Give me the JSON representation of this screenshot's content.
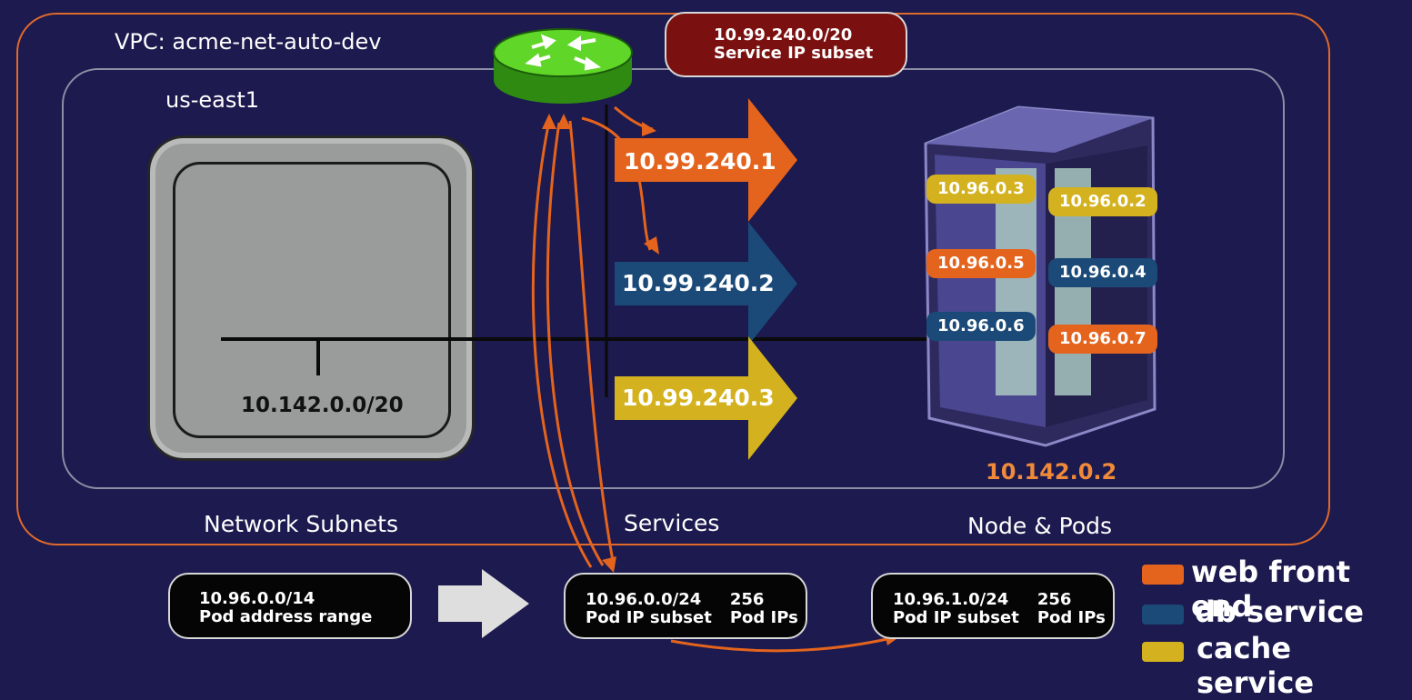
{
  "vpc": {
    "title": "VPC: acme-net-auto-dev"
  },
  "region": {
    "title": "us-east1"
  },
  "subnet": {
    "cidr": "10.142.0.0/20"
  },
  "service_subset": {
    "cidr": "10.99.240.0/20",
    "label": "Service IP subset"
  },
  "services": [
    {
      "ip": "10.99.240.1",
      "color": "#e4641e"
    },
    {
      "ip": "10.99.240.2",
      "color": "#1b4a78"
    },
    {
      "ip": "10.99.240.3",
      "color": "#d4b21f"
    }
  ],
  "pods": [
    {
      "ip": "10.96.0.3",
      "color": "yellow"
    },
    {
      "ip": "10.96.0.2",
      "color": "yellow"
    },
    {
      "ip": "10.96.0.5",
      "color": "orange"
    },
    {
      "ip": "10.96.0.4",
      "color": "blue"
    },
    {
      "ip": "10.96.0.6",
      "color": "blue"
    },
    {
      "ip": "10.96.0.7",
      "color": "orange"
    }
  ],
  "node": {
    "ip": "10.142.0.2"
  },
  "section_labels": {
    "subnets": "Network Subnets",
    "services": "Services",
    "nodes": "Node & Pods"
  },
  "pod_range": {
    "cidr": "10.96.0.0/14",
    "label": "Pod address range"
  },
  "pod_subsets": [
    {
      "cidr": "10.96.0.0/24",
      "label": "Pod IP subset",
      "count": "256",
      "count_label": "Pod IPs"
    },
    {
      "cidr": "10.96.1.0/24",
      "label": "Pod IP subset",
      "count": "256",
      "count_label": "Pod IPs"
    }
  ],
  "legend": [
    {
      "label": "web front end",
      "color": "#e4641e"
    },
    {
      "label": "db service",
      "color": "#1b4a78"
    },
    {
      "label": "cache service",
      "color": "#d4b21f"
    }
  ],
  "icons": {
    "router": "router-icon",
    "server": "server-icon",
    "arrow": "right-arrow-icon"
  }
}
